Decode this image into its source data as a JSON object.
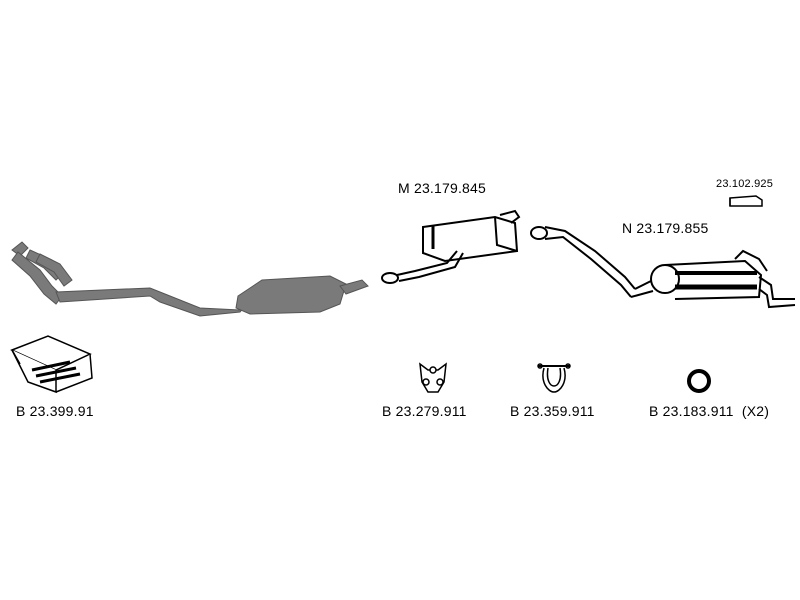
{
  "parts": {
    "front_pipe": {
      "code": ""
    },
    "middle_silencer": {
      "code": "M 23.179.845"
    },
    "rear_silencer": {
      "code": "N 23.179.855"
    },
    "small_part": {
      "code": "23.102.925"
    },
    "mounting_kit": {
      "code": "B 23.399.91"
    },
    "rubber_mount": {
      "code": "B 23.279.911"
    },
    "clamp": {
      "code": "B 23.359.911"
    },
    "gasket_ring": {
      "code": "B 23.183.911  (X2)"
    }
  },
  "colors": {
    "ink": "#000000",
    "pipe_gray": "#7a7a7a",
    "paper": "#ffffff"
  }
}
